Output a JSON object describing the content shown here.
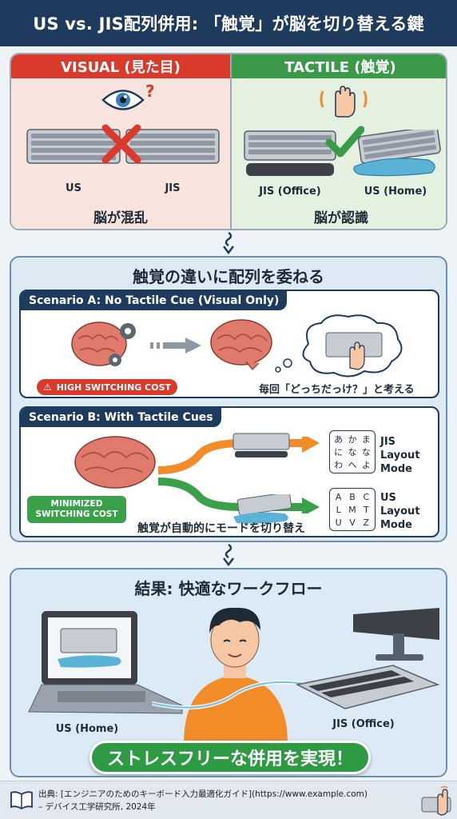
{
  "title": "US vs. JIS配列併用: 「触覚」が脳を切り替える鍵",
  "visual_panel": {
    "header": "VISUAL (見た目)",
    "question_mark": "?",
    "kb_left_label": "US",
    "kb_right_label": "JIS",
    "caption": "脳が混乱"
  },
  "tactile_panel": {
    "header": "TACTILE (触覚)",
    "kb_left_label": "JIS (Office)",
    "kb_right_label": "US (Home)",
    "caption": "脳が認識"
  },
  "middle_panel": {
    "title": "触覚の違いに配列を委ねる",
    "scenario_a": {
      "header": "Scenario A: No Tactile Cue (Visual Only)",
      "warning": "HIGH SWITCHING COST",
      "thought": "毎回「どっちだっけ？」と考える"
    },
    "scenario_b": {
      "header": "Scenario B: With Tactile Cues",
      "badge": "MINIMIZED SWITCHING COST",
      "caption": "触覚が自動的にモードを切り替え",
      "jis_keys": [
        "あ",
        "か",
        "ま",
        "に",
        "な",
        "な",
        "わ",
        "へ",
        "よ"
      ],
      "us_keys": [
        "A",
        "B",
        "C",
        "L",
        "M",
        "T",
        "U",
        "V",
        "Z"
      ],
      "jis_mode_label": "JIS Layout Mode",
      "us_mode_label": "US Layout Mode"
    }
  },
  "result_panel": {
    "title": "結果: 快適なワークフロー",
    "left_label": "US (Home)",
    "right_label": "JIS (Office)",
    "banner": "ストレスフリーな併用を実現！"
  },
  "footer": {
    "line1": "出典: [エンジニアのためのキーボード入力最適化ガイド](https://www.example.com)",
    "line2": "– デバイス工学研究所, 2024年"
  },
  "colors": {
    "navy": "#1e3a5c",
    "visual_red": "#d93a2b",
    "tactile_green": "#3b9a4a",
    "arrow_orange": "#f28c28",
    "arrow_green": "#3aa14a",
    "brain": "#e07a6c"
  }
}
